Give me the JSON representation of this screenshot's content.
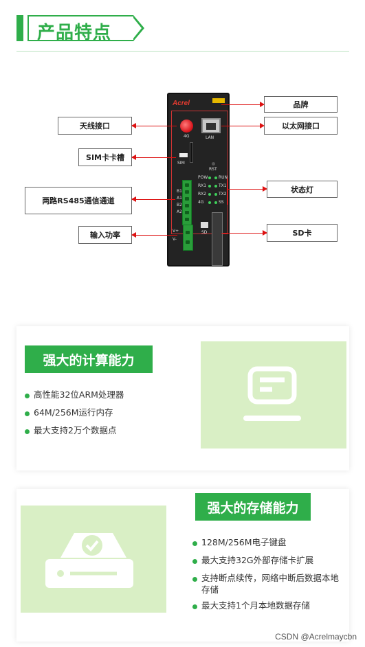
{
  "header": {
    "title": "产品特点"
  },
  "device": {
    "brand": "Acrel",
    "antenna_label": "4G",
    "lan_label": "LAN",
    "rst_label": "RST",
    "sim_label": "SIM",
    "sd_label": "SD",
    "port_labels": [
      "B1",
      "A1",
      "B2",
      "A2"
    ],
    "led_labels_left": [
      "POW",
      "RX1",
      "RX2",
      "4G"
    ],
    "led_labels_right": [
      "RUN",
      "TX1",
      "TX2",
      "SS"
    ],
    "power_labels": [
      "V+",
      "V-"
    ]
  },
  "callouts": {
    "brand": "品牌",
    "antenna": "天线接口",
    "ethernet": "以太网接口",
    "sim": "SIM卡卡槽",
    "rs485": "两路RS485通信通道",
    "status_led": "状态灯",
    "power": "输入功率",
    "sd": "SD卡"
  },
  "features": [
    {
      "title": "强大的计算能力",
      "items": [
        "高性能32位ARM处理器",
        "64M/256M运行内存",
        "最大支持2万个数据点"
      ]
    },
    {
      "title": "强大的存储能力",
      "items": [
        "128M/256M电子键盘",
        "最大支持32G外部存储卡扩展",
        "支持断点续传，网络中断后数据本地存储",
        "最大支持1个月本地数据存储"
      ]
    }
  ],
  "colors": {
    "accent": "#2fae4a",
    "panel": "#d9efc5",
    "arrow": "#dd1111"
  },
  "watermark": "CSDN @Acrelmaycbn"
}
